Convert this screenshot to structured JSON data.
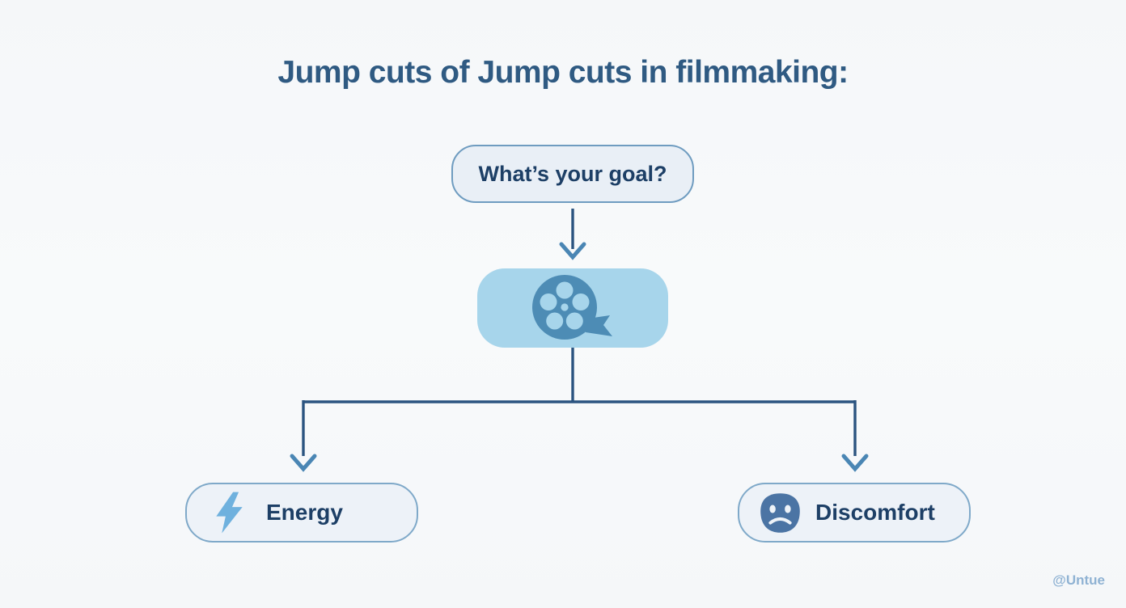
{
  "title": "Jump cuts of Jump cuts in filmmaking:",
  "flowchart": {
    "root": {
      "label": "What’s your goal?"
    },
    "middle": {
      "icon": "film-reel-icon"
    },
    "branches": [
      {
        "label": "Energy",
        "icon": "lightning-icon"
      },
      {
        "label": "Discomfort",
        "icon": "sad-face-icon"
      }
    ]
  },
  "watermark": "@Untue",
  "colors": {
    "background": "#f7f9fa",
    "title": "#2f5a82",
    "node_background": "#e9eff6",
    "node_border": "#6f9cc0",
    "film_box_background": "#a7d5eb",
    "film_reel": "#4d8cb5",
    "connector_line": "#2b5480",
    "arrowhead": "#4a86b4",
    "label_text": "#1d3f66",
    "lightning": "#6fb1de",
    "sad_face": "#4b74a4",
    "watermark": "#8fb2d3"
  }
}
